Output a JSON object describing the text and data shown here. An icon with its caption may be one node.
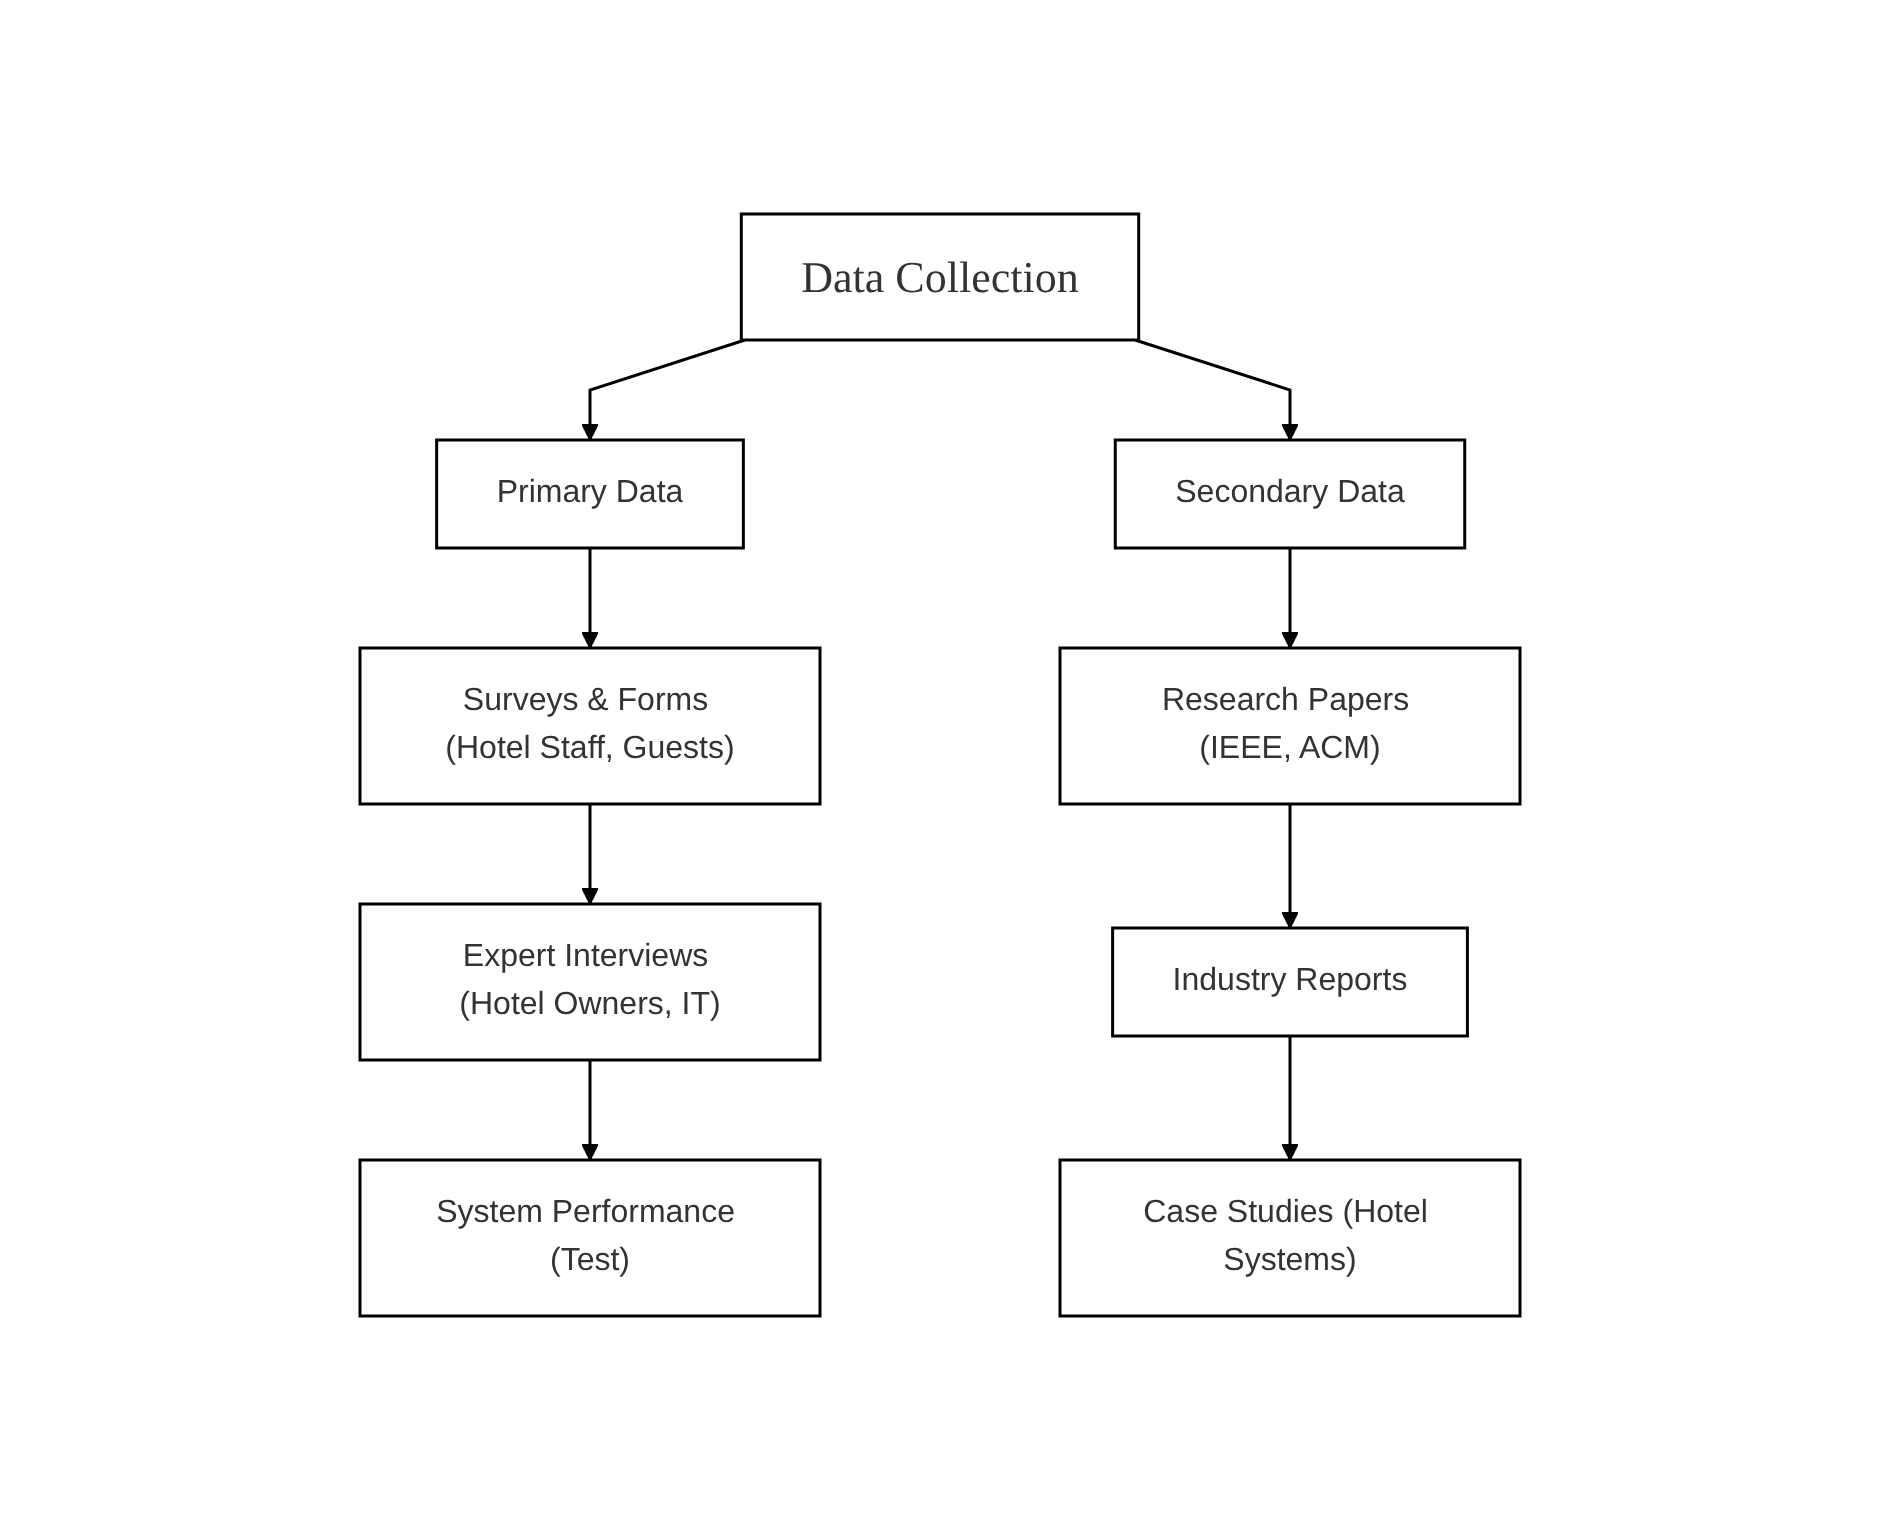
{
  "diagram": {
    "nodes": [
      {
        "text": [
          "Data Collection"
        ]
      },
      {
        "text": [
          "Primary Data"
        ]
      },
      {
        "text": [
          "Surveys & Forms (Hotel Staff, Guests)"
        ]
      },
      {
        "text": [
          "Expert Interviews (Hotel Owners, IT)"
        ]
      },
      {
        "text": [
          "System Performance (Test)"
        ]
      },
      {
        "text": [
          "Secondary Data"
        ]
      },
      {
        "text": [
          "Research Papers (IEEE, ACM)"
        ]
      },
      {
        "text": [
          "Industry Reports"
        ]
      },
      {
        "text": [
          "Case Studies (Hotel Systems)"
        ]
      }
    ],
    "edges": [
      {
        "from": 0,
        "to": 1,
        "arrow": "to"
      },
      {
        "from": 0,
        "to": 5,
        "arrow": "to"
      },
      {
        "from": 1,
        "to": 2,
        "arrow": "to"
      },
      {
        "from": 2,
        "to": 3,
        "arrow": "to"
      },
      {
        "from": 3,
        "to": 4,
        "arrow": "to"
      },
      {
        "from": 5,
        "to": 6,
        "arrow": "to"
      },
      {
        "from": 6,
        "to": 7,
        "arrow": "to"
      },
      {
        "from": 7,
        "to": 8,
        "arrow": "to"
      }
    ]
  }
}
